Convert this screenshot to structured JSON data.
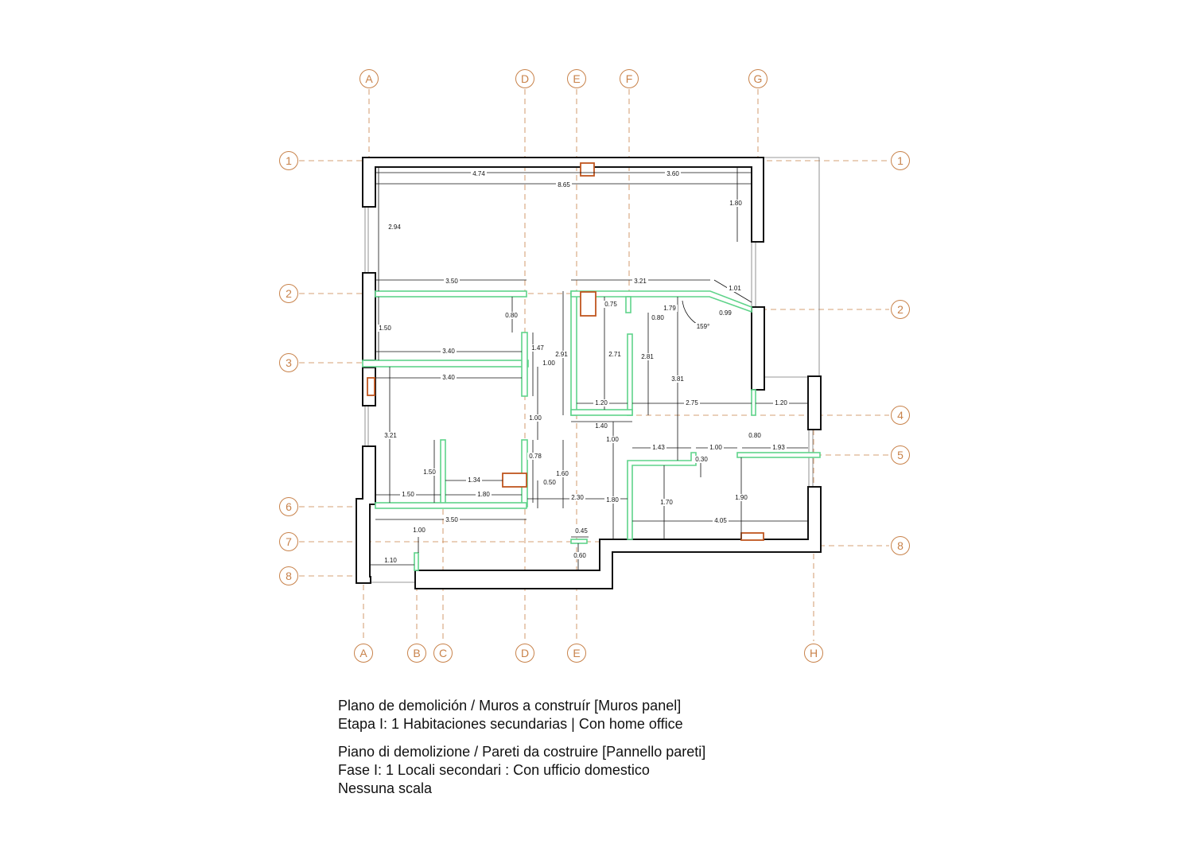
{
  "grid": {
    "top_labels": [
      "A",
      "D",
      "E",
      "F",
      "G"
    ],
    "bottom_labels": [
      "A",
      "B",
      "C",
      "D",
      "E",
      "H"
    ],
    "left_labels": [
      "1",
      "2",
      "3",
      "6",
      "7",
      "8"
    ],
    "right_labels": [
      "1",
      "2",
      "4",
      "5",
      "8"
    ]
  },
  "dimensions": [
    "4.74",
    "3.60",
    "8.65",
    "1.80",
    "2.94",
    "3.50",
    "3.21",
    "1.01",
    "0.75",
    "1.79",
    "0.80",
    "0.99",
    "159°",
    "1.50",
    "0.80",
    "1.47",
    "3.40",
    "1.00",
    "2.91",
    "2.71",
    "2.81",
    "3.81",
    "3.40",
    "1.20",
    "2.75",
    "1.20",
    "1.00",
    "1.40",
    "0.80",
    "3.21",
    "1.00",
    "1.43",
    "1.00",
    "1.93",
    "0.30",
    "0.78",
    "1.50",
    "1.34",
    "0.50",
    "1.60",
    "1.50",
    "1.80",
    "2.30",
    "1.80",
    "1.70",
    "1.90",
    "3.50",
    "4.05",
    "1.00",
    "0.45",
    "1.10",
    "0.60"
  ],
  "caption": {
    "es_line1": "Plano de demolición / Muros a construír [Muros panel]",
    "es_line2": "Etapa I: 1 Habitaciones secundarias | Con home office",
    "it_line1": "Piano di demolizione / Pareti da costruire [Pannello pareti]",
    "it_line2": "Fase I: 1 Locali secondari : Con ufficio domestico",
    "it_line3": "Nessuna scala"
  },
  "colors": {
    "grid": "#c8824a",
    "wall": "#111111",
    "new_wall": "#5fd38a",
    "element": "#c0561f"
  }
}
